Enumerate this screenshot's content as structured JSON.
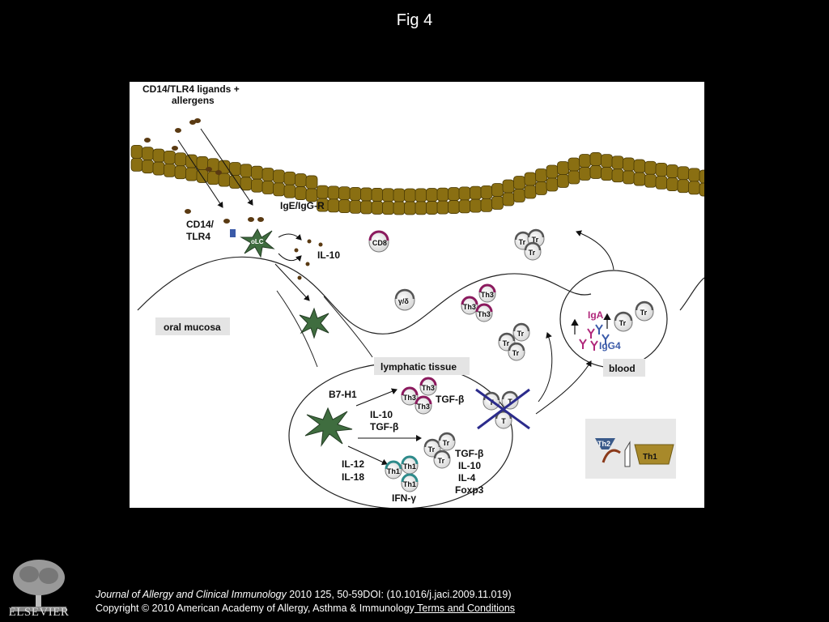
{
  "header": {
    "title": "Fig 4"
  },
  "diagram": {
    "labels": {
      "ligands": [
        "CD14/TLR4 ligands +",
        "allergens"
      ],
      "cd14": [
        "CD14/",
        "TLR4"
      ],
      "olc": "oLC",
      "ige_igg": "IgE/IgG-R",
      "il10_top": "IL-10",
      "cd8": "CD8",
      "gamma_delta": "γ/δ",
      "oral_mucosa": "oral mucosa",
      "lymphatic_tissue": "lymphatic tissue",
      "blood": "blood",
      "b7h1": "B7-H1",
      "il10_tgf": [
        "IL-10",
        "TGF-β"
      ],
      "tgf_beta": "TGF-β",
      "il12_il18": [
        "IL-12",
        "IL-18"
      ],
      "ifn_gamma": "IFN-γ",
      "treg_cytokines": [
        "TGF-β",
        "IL-10",
        "IL-4",
        "Foxp3"
      ],
      "iga": "IgA",
      "igg4": "IgG4",
      "th2": "Th2",
      "th1": "Th1"
    },
    "cells": {
      "th3": "Th3",
      "tr": "Tr",
      "t": "T",
      "th1": "Th1"
    }
  },
  "footer": {
    "journal": "Journal of Allergy and Clinical Immunology",
    "citation": " 2010 125, 50-59DOI: (10.1016/j.jaci.2009.11.019)",
    "copyright": "Copyright © 2010 American Academy of Allergy, Asthma & Immunology",
    "terms_link": " Terms and Conditions"
  },
  "logo": {
    "word": "ELSEVIER"
  },
  "colors": {
    "epithelium": "#8a6f12",
    "epithelium_edge": "#4a3a05",
    "th3_ring": "#8b1a5e",
    "th1_ring": "#2e8b8b",
    "x_mark": "#2c2c8c",
    "iga": "#b0267a",
    "igg4": "#3a5aa8"
  }
}
